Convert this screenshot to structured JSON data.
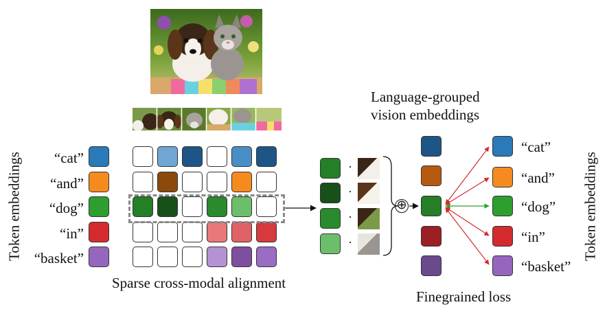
{
  "labels": {
    "token_embeddings_left": "Token embeddings",
    "token_embeddings_right": "Token embeddings",
    "sparse_alignment": "Sparse cross-modal alignment",
    "language_grouped_line1": "Language-grouped",
    "language_grouped_line2": "vision embeddings",
    "finegrained_loss": "Finegrained loss",
    "dot": "·",
    "oplus": "⊕"
  },
  "tokens": [
    "“cat”",
    "“and”",
    "“dog”",
    "“in”",
    "“basket”"
  ],
  "token_colors": [
    "#2a7ab9",
    "#f58b1f",
    "#2e9e2f",
    "#d42b2e",
    "#9566be"
  ],
  "alignment_matrix": [
    [
      "#ffffff",
      "#6fa6d3",
      "#1d5586",
      "#ffffff",
      "#4a8ec6",
      "#1d5586"
    ],
    [
      "#ffffff",
      "#8b4a0c",
      "#ffffff",
      "#ffffff",
      "#f58b1f",
      "#ffffff"
    ],
    [
      "#247f26",
      "#18501a",
      "#ffffff",
      "#2a8a2c",
      "#6cbf6a",
      "#ffffff"
    ],
    [
      "#ffffff",
      "#ffffff",
      "#ffffff",
      "#e8787a",
      "#e06266",
      "#d63a3e"
    ],
    [
      "#ffffff",
      "#ffffff",
      "#ffffff",
      "#b592d3",
      "#7e4f9e",
      "#9a6cc3"
    ]
  ],
  "highlighted_row": 2,
  "selected_vision_colors": [
    "#247f26",
    "#18501a",
    "#2a8a2c",
    "#6cbf6a"
  ],
  "grouped_vision_colors": [
    "#1d5586",
    "#b65a10",
    "#247f26",
    "#9c1f23",
    "#6a4a8c"
  ],
  "loss_arrow_colors": {
    "negative": "#d42b2e",
    "positive": "#2e9e2f"
  },
  "icons": [
    "puppy-kitten-photo",
    "image-patch",
    "plus-circle-icon",
    "brace-icon"
  ]
}
